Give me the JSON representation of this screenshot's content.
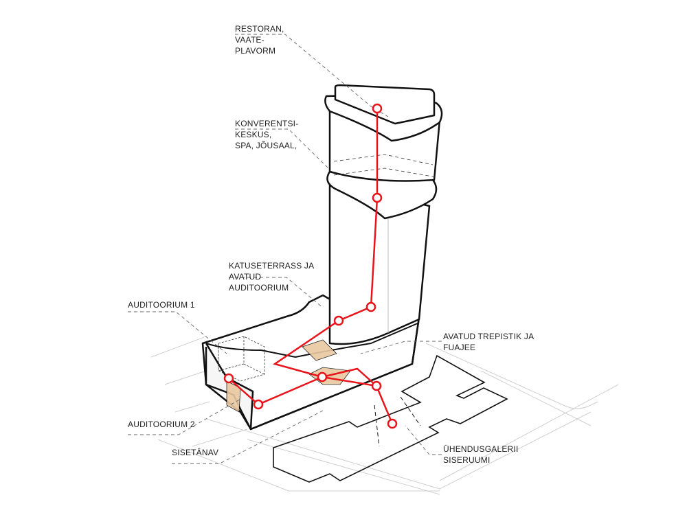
{
  "labels": {
    "restoran": [
      "RESTORAN,",
      "VAATE-",
      "PLAVORM"
    ],
    "konverentsi": [
      "KONVERENTSI-",
      "KESKUS,",
      "SPA, JÕUSAAL,"
    ],
    "katuseterrass": [
      "KATUSETERRASS JA",
      "AVATUD",
      "AUDITOORIUM"
    ],
    "auditoorium1": [
      "AUDITOORIUM 1"
    ],
    "trepistik": [
      "AVATUD TREPISTIK JA",
      "FUAJEE"
    ],
    "auditoorium2": [
      "AUDITOORIUM 2"
    ],
    "sisetanav": [
      "SISETÄNAV"
    ],
    "uhendusgalerii": [
      "ÜHENDUSGALERII",
      "SISERUUMI"
    ]
  },
  "colors": {
    "route": "#e8141b",
    "outline": "#111111",
    "leader": "#666666",
    "context": "#cccccc",
    "floor": "#e9c9a0"
  }
}
